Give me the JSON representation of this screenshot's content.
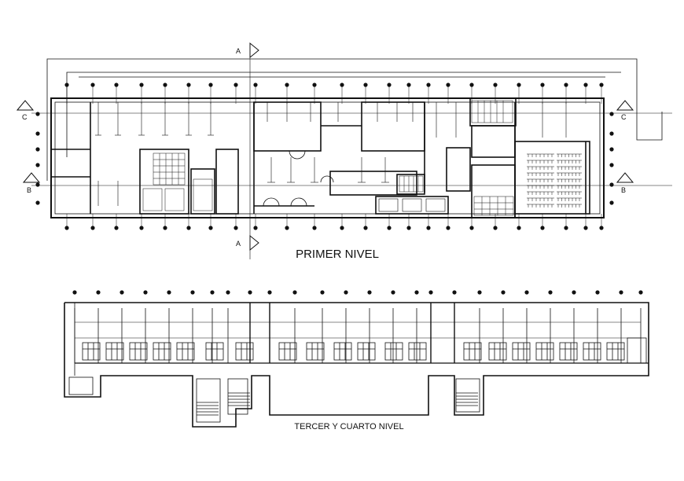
{
  "plans": [
    {
      "title": "PRIMER NIVEL"
    },
    {
      "title": "TERCER Y CUARTO NIVEL"
    }
  ],
  "section_markers": {
    "a_top": "A",
    "a_bottom": "A",
    "b_left": "B",
    "b_right": "B",
    "c_left": "C",
    "c_right": "C"
  },
  "colors": {
    "ink": "#111111",
    "background": "#ffffff"
  }
}
